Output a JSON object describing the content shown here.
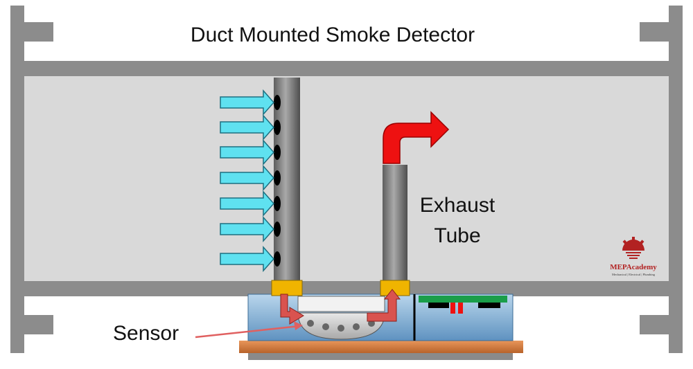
{
  "diagram": {
    "title": "Duct Mounted Smoke Detector",
    "labels": {
      "exhaust_line1": "Exhaust",
      "exhaust_line2": "Tube",
      "sensor": "Sensor"
    },
    "logo": {
      "brand": "MEPAcademy",
      "tagline": "Mechanical | Electrical | Plumbing"
    },
    "colors": {
      "duct_frame": "#8c8c8c",
      "duct_interior": "#d9d9d9",
      "tube": "#7a7a7a",
      "inlet_arrow": "#5fe1f0",
      "exhaust_arrow": "#ee1111",
      "flow_arrow": "#c8453a",
      "housing": "#9cc3e0",
      "coupling": "#f0b400",
      "base_plate": "#d9823f",
      "pcb_green": "#1a9e4a",
      "logo_red": "#b22222"
    },
    "inlet_arrow_count": 7
  }
}
